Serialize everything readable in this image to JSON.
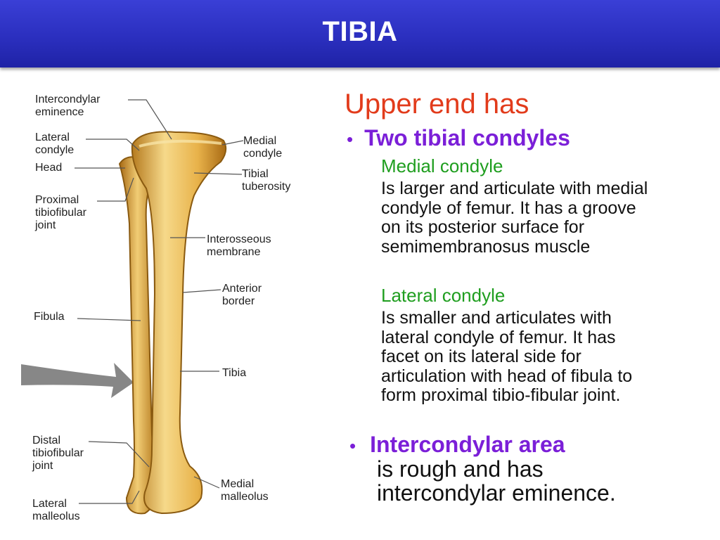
{
  "slide": {
    "title": "TIBIA",
    "heading": "Upper end has",
    "bullet1": {
      "marker": "•",
      "text": "Two tibial condyles"
    },
    "medial": {
      "title": "Medial condyle",
      "lines": [
        "Is larger and articulate with medial",
        "condyle of femur. It has a groove",
        "on its posterior surface for",
        "semimembranosus muscle"
      ]
    },
    "lateral": {
      "title": "Lateral condyle",
      "lines": [
        "Is smaller and articulates with",
        "lateral condyle of femur. It has",
        "facet on its lateral side for",
        "articulation with head of fibula to",
        "form proximal tibio-fibular joint."
      ]
    },
    "bullet2": {
      "marker": "•",
      "title": "Intercondylar area",
      "lines": [
        "is rough and has",
        "intercondylar eminence."
      ]
    }
  },
  "figure": {
    "labels": {
      "intercondylar_eminence": "Intercondylar\neminence",
      "lateral_condyle": "Lateral\ncondyle",
      "head": "Head",
      "proximal_joint": "Proximal\ntibiofibular\njoint",
      "fibula": "Fibula",
      "distal_joint": "Distal\ntibiofibular\njoint",
      "lateral_malleolus": "Lateral\nmalleolus",
      "medial_condyle": "Medial\ncondyle",
      "tibial_tuberosity": "Tibial\ntuberosity",
      "interosseous_membrane": "Interosseous\nmembrane",
      "anterior_border": "Anterior\nborder",
      "tibia": "Tibia",
      "medial_malleolus": "Medial\nmalleolus"
    },
    "colors": {
      "bone": "#e8b24a",
      "bone_light": "#f6d98a",
      "bone_dark": "#b57a1f",
      "membrane": "#c9ccd6",
      "arrow": "#7a7a7a"
    }
  }
}
